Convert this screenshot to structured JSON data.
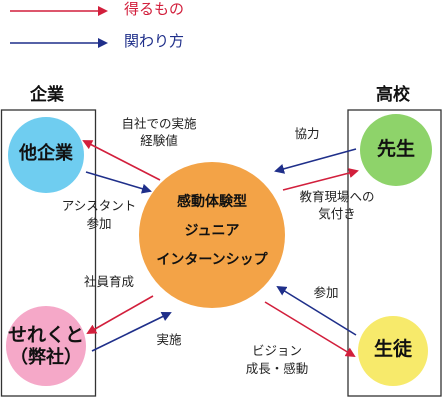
{
  "legend": {
    "gain_label": "得るもの",
    "gain_color": "#d21f3c",
    "involve_label": "関わり方",
    "involve_color": "#1f2f8a"
  },
  "groups": {
    "left_title": "企業",
    "right_title": "高校"
  },
  "nodes": {
    "other_company": "他企業",
    "selectcuto_line1": "せれくと",
    "selectcuto_line2": "（弊社）",
    "teacher": "先生",
    "student": "生徒",
    "center_line1": "感動体験型",
    "center_line2": "ジュニア",
    "center_line3": "インターンシップ"
  },
  "edge_labels": {
    "company_gain_line1": "自社での実施",
    "company_gain_line2": "経験値",
    "company_involve_line1": "アシスタント",
    "company_involve_line2": "参加",
    "teacher_involve": "協力",
    "teacher_gain_line1": "教育現場への",
    "teacher_gain_line2": "気付き",
    "selectcuto_gain": "社員育成",
    "selectcuto_involve": "実施",
    "student_involve": "参加",
    "student_gain_line1": "ビジョン",
    "student_gain_line2": "成長・感動"
  },
  "colors": {
    "center_fill": "#f3a347",
    "other_company_fill": "#6fcdf0",
    "teacher_fill": "#8ed36a",
    "selectcuto_fill": "#f5a8c8",
    "student_fill": "#f7ea6b",
    "arrow_red": "#d21f3c",
    "arrow_blue": "#1f2f8a"
  }
}
